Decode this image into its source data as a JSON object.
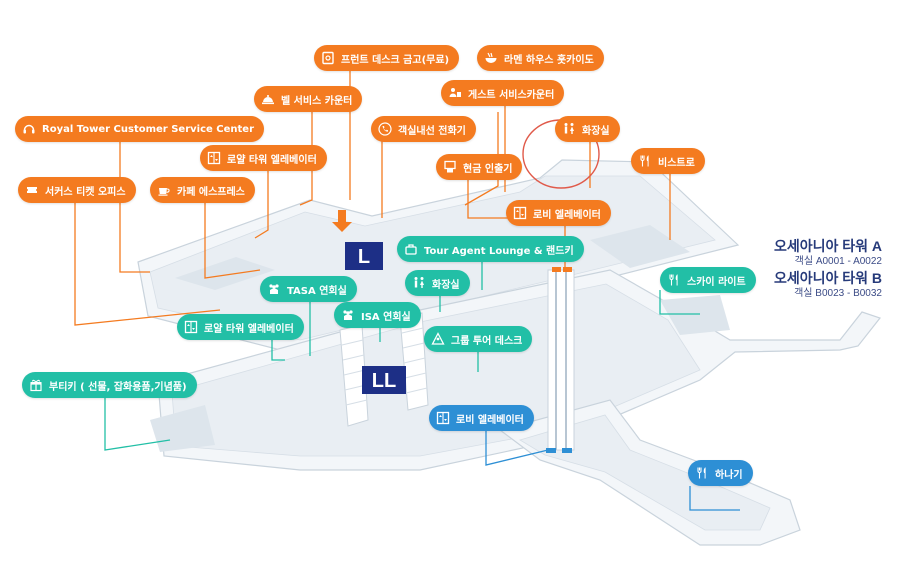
{
  "labels": {
    "front_desk_safe": "프런트 데스크 금고(무료)",
    "ramen_house": "라멘 하우스 홋카이도",
    "bell_service": "벨 서비스 카운터",
    "guest_service": "게스트 서비스카운터",
    "customer_service_center": "Royal Tower Customer Service Center",
    "room_phone": "객실내선 전화기",
    "restroom_top": "화장실",
    "royal_elevator_top": "로얄 타워 엘레베이터",
    "atm": "현금 인출기",
    "bistro": "비스트로",
    "circus_ticket": "서커스 티켓 오피스",
    "cafe_espresso": "카페 에스프레스",
    "lobby_elevator_top": "로비 엘레베이터",
    "tour_agent_lounge": "Tour Agent Lounge & 랜드키",
    "restroom_mid": "화장실",
    "tasa_lounge": "TASA 연회실",
    "sky_light": "스카이 라이트",
    "isa_lounge": "ISA 연회실",
    "royal_elevator_bottom": "로얄 타워 엘레베이터",
    "group_tour_desk": "그룹 투어 데스크",
    "boutique": "부티키 ( 선물, 잡화용품,기념품)",
    "lobby_elevator_bottom": "로비 엘레베이터",
    "hanagi": "하나기"
  },
  "floor_signs": {
    "upper": "L",
    "lower": "LL"
  },
  "towers": [
    {
      "name": "오세아니아 타워 A",
      "rooms": "객실 A0001 - A0022"
    },
    {
      "name": "오세아니아 타워 B",
      "rooms": "객실 B0023 - B0032"
    }
  ],
  "colors": {
    "orange": "#f47b20",
    "teal": "#22bfa6",
    "blue": "#2d8fd5",
    "navy": "#1d2f86",
    "floor": "#f3f6f9",
    "floor_edge": "#c9d3dc",
    "highlight_circle": "#e05a4a"
  },
  "icons": {
    "safe": "safe-icon",
    "ramen": "ramen-bowl-icon",
    "bell": "service-bell-icon",
    "guest": "guest-service-icon",
    "support": "headset-icon",
    "phone": "phone-icon",
    "restroom": "restroom-icon",
    "elevator": "elevator-icon",
    "atm": "atm-icon",
    "dining": "fork-knife-icon",
    "ticket": "ticket-icon",
    "cafe": "coffee-cup-icon",
    "lounge": "group-people-icon",
    "tour": "person-pin-icon",
    "gift": "gift-icon"
  }
}
